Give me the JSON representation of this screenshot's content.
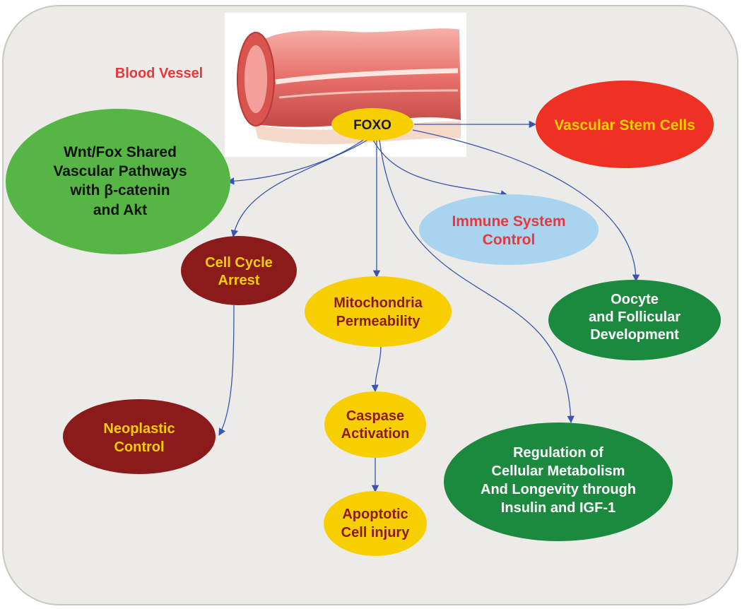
{
  "blood_vessel_label": "Blood Vessel",
  "foxo": "FOXO",
  "nodes": {
    "vascular_stem_cells": [
      "Vascular Stem Cells"
    ],
    "wnt_fox": [
      "Wnt/Fox Shared",
      "Vascular Pathways",
      "with β-catenin",
      "and Akt"
    ],
    "immune": [
      "Immune System",
      "Control"
    ],
    "cell_cycle": [
      "Cell Cycle",
      "Arrest"
    ],
    "mito": [
      "Mitochondria",
      "Permeability"
    ],
    "oocyte": [
      "Oocyte",
      "and Follicular",
      "Development"
    ],
    "caspase": [
      "Caspase",
      "Activation"
    ],
    "neoplastic": [
      "Neoplastic",
      "Control"
    ],
    "metabolism": [
      "Regulation of",
      "Cellular Metabolism",
      "And Longevity through",
      "Insulin and IGF-1"
    ],
    "apoptotic": [
      "Apoptotic",
      "Cell injury"
    ]
  },
  "colors": {
    "background": "#ecebe7",
    "light_green": "#55b646",
    "dark_green": "#1b8a3f",
    "maroon": "#8b1a1a",
    "yellow": "#f7cf00",
    "red": "#ee3124",
    "light_blue": "#a9d4ef",
    "arrow": "#3a55b0",
    "label_red": "#e8383d"
  }
}
